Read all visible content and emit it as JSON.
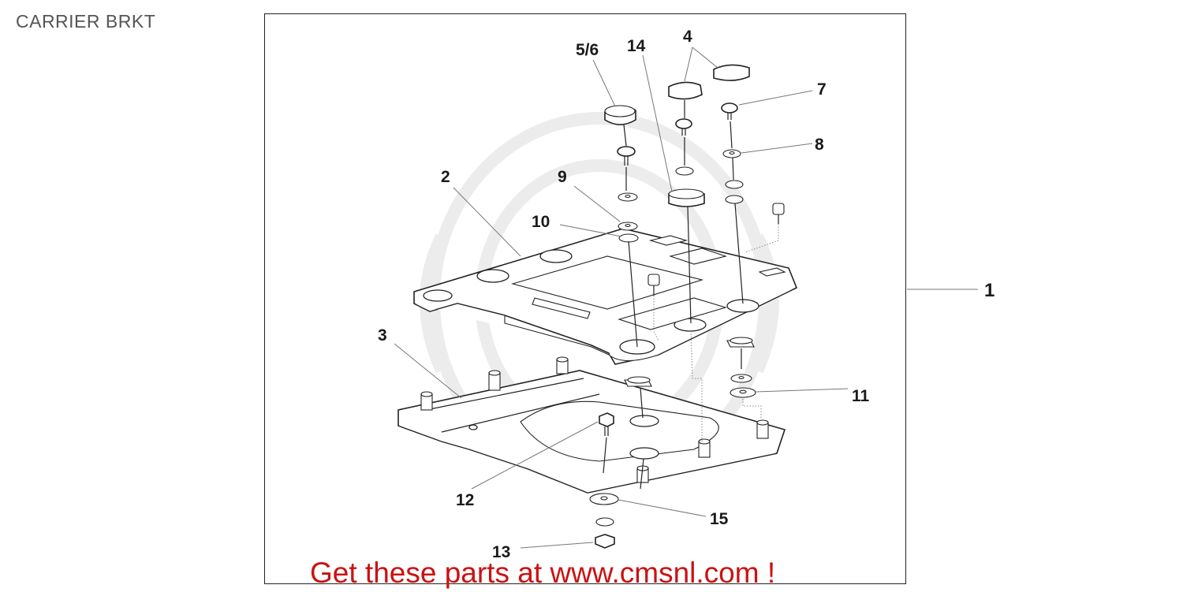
{
  "page": {
    "title": "CARRIER BRKT",
    "footer_link": "Get these parts at www.cmsnl.com !"
  },
  "diagram": {
    "callouts": [
      {
        "id": "c1",
        "label": "1"
      },
      {
        "id": "c2",
        "label": "2"
      },
      {
        "id": "c3",
        "label": "3"
      },
      {
        "id": "c4",
        "label": "4"
      },
      {
        "id": "c56",
        "label": "5/6"
      },
      {
        "id": "c7",
        "label": "7"
      },
      {
        "id": "c8",
        "label": "8"
      },
      {
        "id": "c9",
        "label": "9"
      },
      {
        "id": "c10",
        "label": "10"
      },
      {
        "id": "c11",
        "label": "11"
      },
      {
        "id": "c12",
        "label": "12"
      },
      {
        "id": "c13",
        "label": "13"
      },
      {
        "id": "c14",
        "label": "14"
      },
      {
        "id": "c15",
        "label": "15"
      }
    ]
  },
  "colors": {
    "title": "#555555",
    "link": "#cc1111",
    "frame": "#222222",
    "watermark": "#ececec"
  }
}
